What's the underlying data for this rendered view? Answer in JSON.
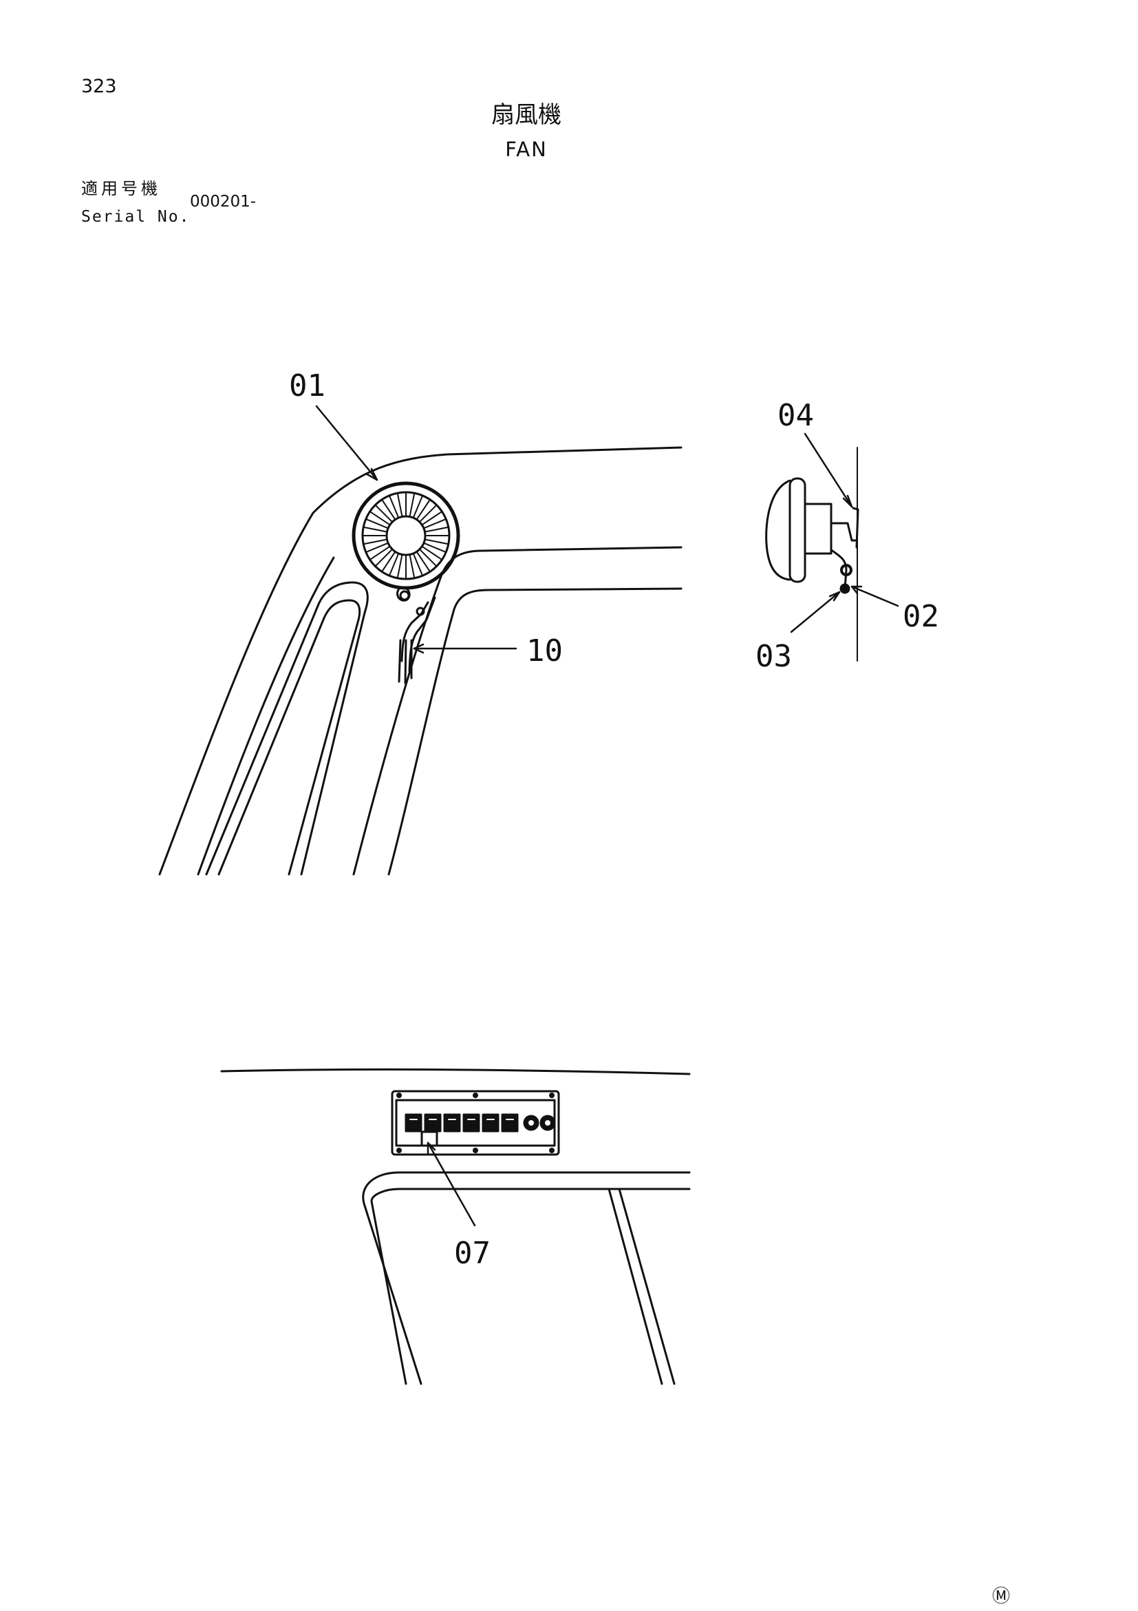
{
  "page": {
    "number": "323",
    "footer_mark": "Ⓜ"
  },
  "title": {
    "ja": "扇風機",
    "en": "FAN"
  },
  "serial": {
    "label_ja": "適用号機",
    "label_en": "Serial No.",
    "value": "000201-"
  },
  "callouts": {
    "fan": "01",
    "bracket": "02",
    "screw": "03",
    "mount": "04",
    "switch": "07",
    "harness": "10"
  },
  "colors": {
    "line": "#111111",
    "background": "#ffffff"
  }
}
